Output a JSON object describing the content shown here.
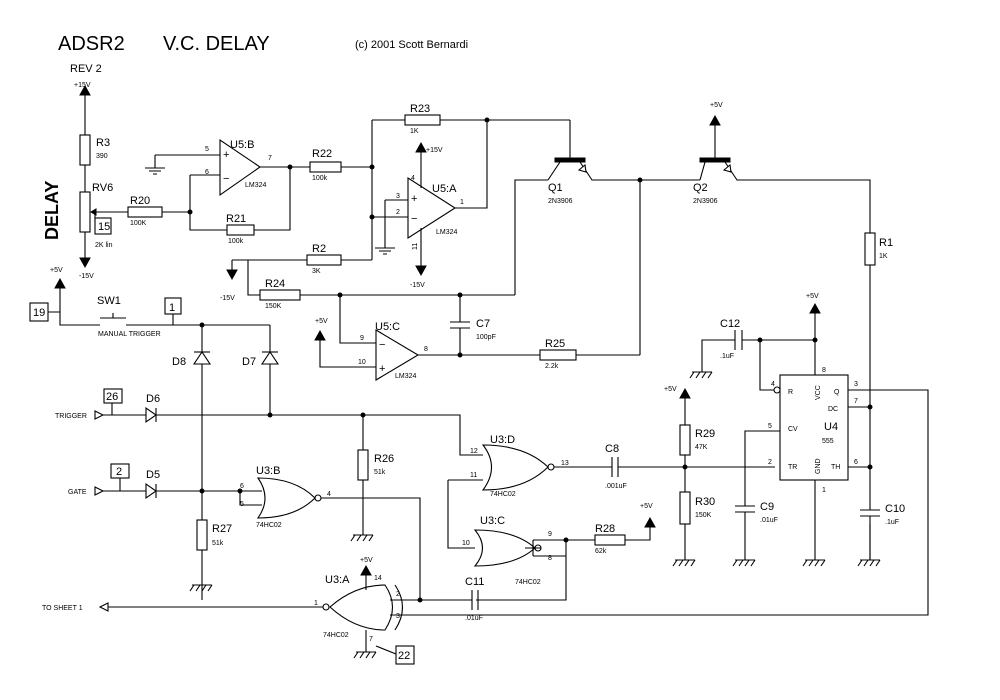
{
  "title": {
    "main": "ADSR2",
    "name": "V.C. DELAY",
    "copyright": "(c) 2001 Scott Bernardi",
    "rev": "REV 2",
    "delay_label": "DELAY"
  },
  "rails": {
    "p15": "+15V",
    "m15": "-15V",
    "p5": "+5V"
  },
  "connectors": {
    "c19": "19",
    "c1": "1",
    "c15": "15",
    "c26": "26",
    "c2": "2",
    "c22": "22"
  },
  "ports": {
    "trigger": "TRIGGER",
    "gate": "GATE",
    "to_sheet": "TO SHEET 1",
    "manual": "MANUAL TRIGGER"
  },
  "parts": {
    "R3": "R3",
    "R3v": "390",
    "RV6": "RV6",
    "RV6v": "2K lin",
    "R20": "R20",
    "R20v": "100K",
    "R21": "R21",
    "R21v": "100k",
    "R22": "R22",
    "R22v": "100k",
    "R23": "R23",
    "R23v": "1K",
    "R2": "R2",
    "R2v": "3K",
    "R24": "R24",
    "R24v": "150K",
    "R25": "R25",
    "R25v": "2.2k",
    "R26": "R26",
    "R26v": "51k",
    "R27": "R27",
    "R27v": "51k",
    "R28": "R28",
    "R28v": "62k",
    "R29": "R29",
    "R29v": "47K",
    "R30": "R30",
    "R30v": "150K",
    "R1": "R1",
    "R1v": "1K",
    "C7": "C7",
    "C7v": "100pF",
    "C8": "C8",
    "C8v": ".001uF",
    "C9": "C9",
    "C9v": ".01uF",
    "C10": "C10",
    "C10v": ".1uF",
    "C11": "C11",
    "C11v": ".01uF",
    "C12": "C12",
    "C12v": ".1uF",
    "Q1": "Q1",
    "Q1v": "2N3906",
    "Q2": "Q2",
    "Q2v": "2N3906",
    "U5B": "U5:B",
    "U5A": "U5:A",
    "U5C": "U5:C",
    "lm324": "LM324",
    "U3D": "U3:D",
    "U3B": "U3:B",
    "U3C": "U3:C",
    "U3A": "U3:A",
    "hc02": "74HC02",
    "U4": "U4",
    "U4v": "555",
    "SW1": "SW1",
    "D5": "D5",
    "D6": "D6",
    "D7": "D7",
    "D8": "D8"
  },
  "pin_labels": {
    "p1": "1",
    "p2": "2",
    "p3": "3",
    "p4": "4",
    "p5": "5",
    "p6": "6",
    "p7": "7",
    "p8": "8",
    "p9": "9",
    "p10": "10",
    "p11": "11",
    "p12": "12",
    "p13": "13",
    "p14": "14",
    "vcc": "VCC",
    "R": "R",
    "Q": "Q",
    "DC": "DC",
    "CV": "CV",
    "TR": "TR",
    "GND": "GND",
    "TH": "TH"
  }
}
